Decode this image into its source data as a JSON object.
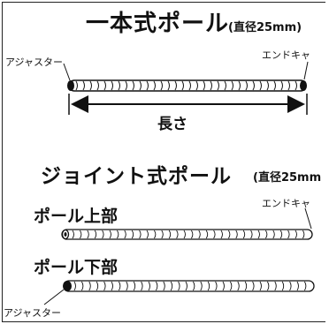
{
  "top": {
    "title": "一本式ポール",
    "diameter_note": "(直径25mm)",
    "adjuster_label": "アジャスター",
    "endcap_label": "エンドキャ",
    "length_label": "長さ"
  },
  "joint": {
    "title": "ジョイント式ポール",
    "diameter_note": "(直径25mm",
    "upper_label": "ポール上部",
    "endcap_label": "エンドキャ",
    "lower_label": "ポール下部",
    "adjuster_label": "アジャスター"
  },
  "colors": {
    "line": "#111111",
    "bg": "#ffffff"
  }
}
